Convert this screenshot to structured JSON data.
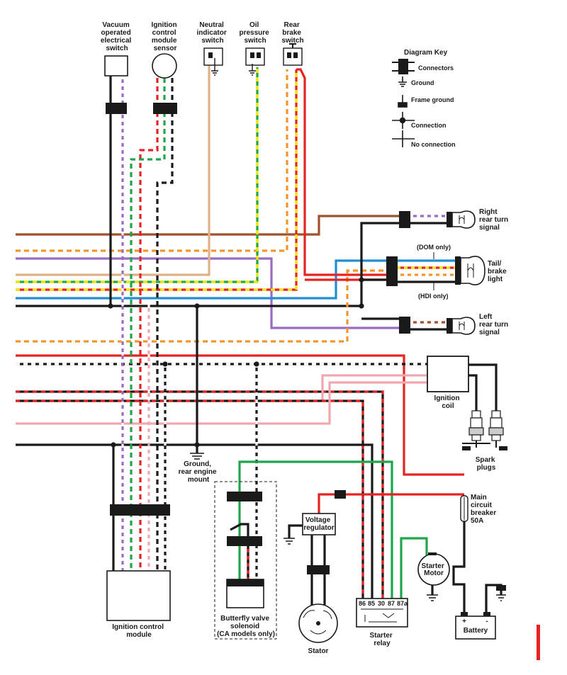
{
  "labels": {
    "vacuum_switch": [
      "Vacuum",
      "operated",
      "electrical",
      "switch"
    ],
    "ignition_sensor": [
      "Ignition",
      "control",
      "module",
      "sensor"
    ],
    "neutral_switch": [
      "Neutral",
      "indicator",
      "switch"
    ],
    "oil_switch": [
      "Oil",
      "pressure",
      "switch"
    ],
    "brake_switch": [
      "Rear",
      "brake",
      "switch"
    ],
    "right_turn": [
      "Right",
      "rear turn",
      "signal"
    ],
    "tail_light": [
      "Tail/",
      "brake",
      "light"
    ],
    "left_turn": [
      "Left",
      "rear turn",
      "signal"
    ],
    "dom_only": "(DOM only)",
    "hdi_only": "(HDI only)",
    "ignition_coil": [
      "Ignition",
      "coil"
    ],
    "spark_plugs": [
      "Spark",
      "plugs"
    ],
    "ground_mount": [
      "Ground,",
      "rear engine",
      "mount"
    ],
    "main_breaker": [
      "Main",
      "circuit",
      "breaker",
      "50A"
    ],
    "voltage_regulator": [
      "Voltage",
      "regulator"
    ],
    "starter_motor": [
      "Starter",
      "Motor"
    ],
    "battery": "Battery",
    "battery_plus": "+",
    "battery_minus": "-",
    "ignition_module": [
      "Ignition control",
      "module"
    ],
    "butterfly_solenoid": [
      "Butterfly valve",
      "solenoid",
      "(CA models only)"
    ],
    "stator": "Stator",
    "starter_relay": [
      "Starter",
      "relay"
    ],
    "relay_pins": [
      "86",
      "85",
      "30",
      "87",
      "87a"
    ]
  },
  "key": {
    "title": "Diagram Key",
    "items": [
      "Connectors",
      "Ground",
      "Frame ground",
      "Connection",
      "No connection"
    ]
  },
  "colors": {
    "black": "#1a1a1a",
    "red": "#e62323",
    "brown": "#a0522d",
    "orange": "#f0962d",
    "tan": "#e0b088",
    "violet": "#9b6bc4",
    "yellow": "#f2e600",
    "green": "#1fa64a",
    "blue": "#1e8fd6",
    "pink": "#f4a6b0",
    "white": "#ffffff"
  }
}
